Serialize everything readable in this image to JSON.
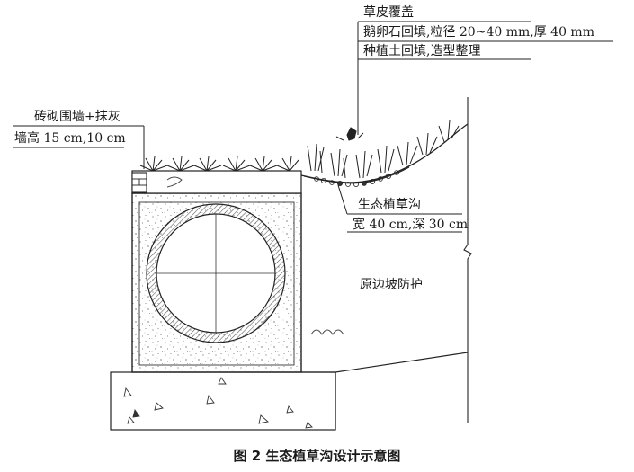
{
  "labels": {
    "grass_cover": "草皮覆盖",
    "pebble_backfill": "鹅卵石回填,粒径 20~40 mm,厚 40 mm",
    "soil_backfill": "种植土回填,造型整理",
    "brick_wall_title": "砖砌围墙+抹灰",
    "brick_wall_height": "墙高 15 cm,10 cm",
    "swale_name": "生态植草沟",
    "swale_size": "宽 40 cm,深 30 cm",
    "slope_protection": "原边坡防护"
  },
  "caption": "图 2   生态植草沟设计示意图",
  "colors": {
    "line": "#2b2b2b",
    "paper": "#ffffff",
    "pipe_hatch": "#555555"
  }
}
